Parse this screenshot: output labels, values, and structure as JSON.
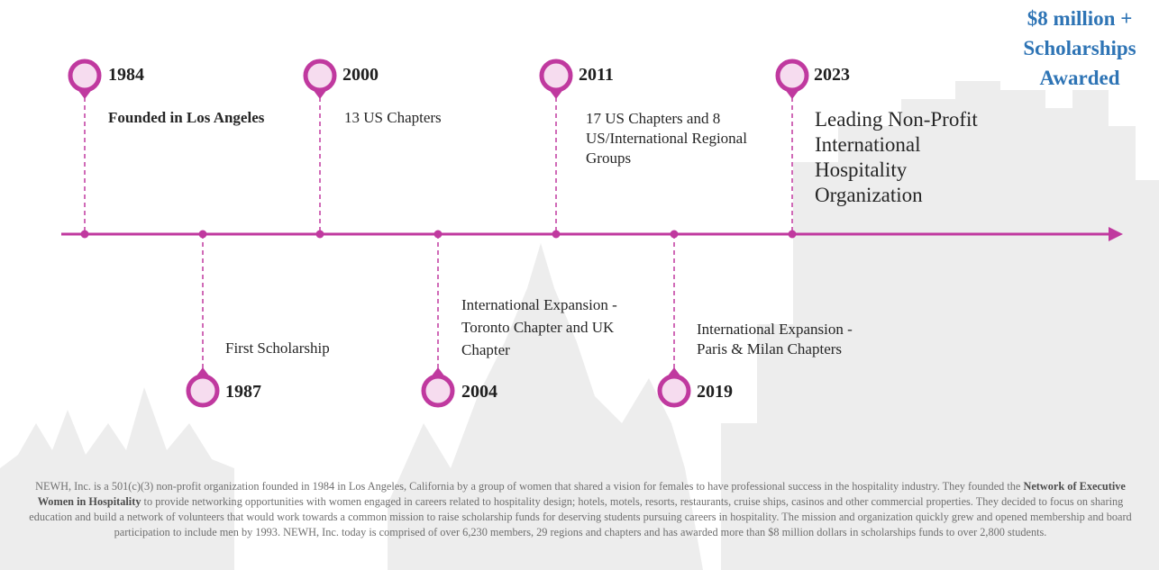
{
  "headline": {
    "line1": "$8 million +",
    "line2": "Scholarships",
    "line3": "Awarded"
  },
  "colors": {
    "accent": "#c0399f",
    "pin_fill": "#f6dcef",
    "headline": "#2e74b5",
    "skyline": "#ececec"
  },
  "timeline": {
    "events": [
      {
        "year": "1984",
        "desc": "Founded in Los Angeles",
        "position": "above"
      },
      {
        "year": "1987",
        "desc": "First Scholarship",
        "position": "below"
      },
      {
        "year": "2000",
        "desc": "13 US Chapters",
        "position": "above"
      },
      {
        "year": "2004",
        "desc": "International Expansion - Toronto Chapter and UK Chapter",
        "position": "below"
      },
      {
        "year": "2011",
        "desc": "17 US Chapters and 8 US/International Regional Groups",
        "position": "above"
      },
      {
        "year": "2019",
        "desc": "International Expansion - Paris & Milan Chapters",
        "position": "below"
      },
      {
        "year": "2023",
        "desc": "Leading Non-Profit International Hospitality Organization",
        "position": "above"
      }
    ]
  },
  "footer": {
    "part1": "NEWH, Inc. is a 501(c)(3) non-profit organization founded in 1984 in Los Angeles, California by a group of women that shared a vision for females to have professional success in the hospitality industry. They founded the ",
    "bold": "Network of Executive Women in Hospitality",
    "part2": " to provide networking opportunities with women engaged in careers related to hospitality design; hotels, motels, resorts, restaurants, cruise ships, casinos and other commercial properties. They decided to focus on sharing education and build a network of volunteers that would work towards a common mission to raise scholarship funds for deserving students pursuing careers in hospitality. The mission and organization quickly grew and opened membership and board participation to include men by 1993. NEWH, Inc. today is comprised of over 6,230 members, 29 regions and chapters and has awarded more than $8 million dollars in scholarships funds to over 2,800 students."
  }
}
